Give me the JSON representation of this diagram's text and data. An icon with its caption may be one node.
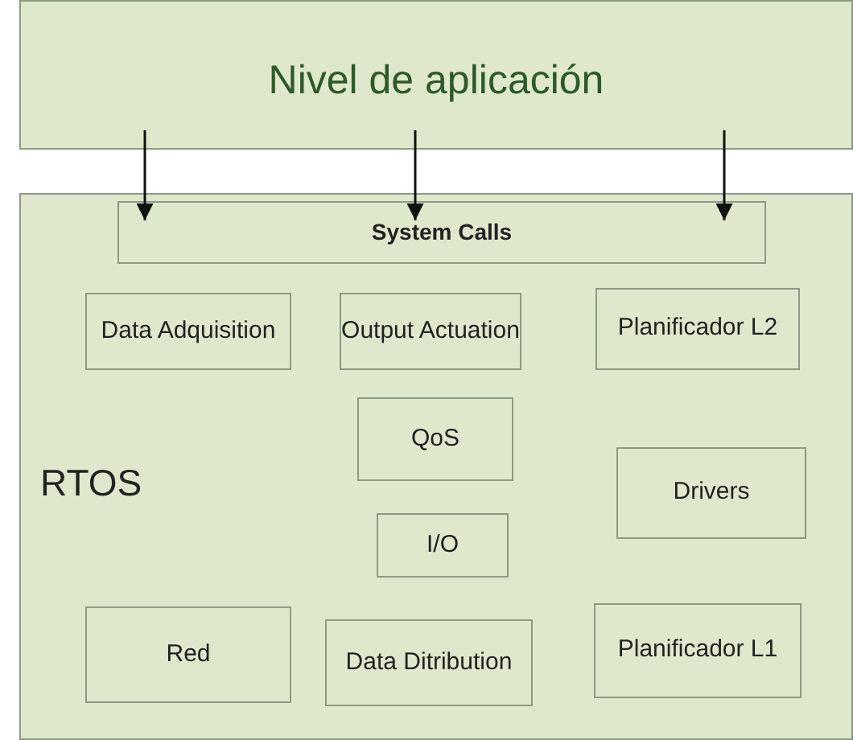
{
  "diagram": {
    "nodes": [
      {
        "text": [
          "Nivel de aplicación"
        ]
      },
      {
        "text": [
          "RTOS"
        ]
      },
      {
        "text": [
          "System Calls"
        ],
        "in": 1
      },
      {
        "text": [
          "Data Adquisition"
        ],
        "in": 1
      },
      {
        "text": [
          "Output Actuation"
        ],
        "in": 1
      },
      {
        "text": [
          "Planificador L2"
        ],
        "in": 1
      },
      {
        "text": [
          "QoS"
        ],
        "in": 1
      },
      {
        "text": [
          "Drivers"
        ],
        "in": 1
      },
      {
        "text": [
          "I/O"
        ],
        "in": 1
      },
      {
        "text": [
          "Red"
        ],
        "in": 1
      },
      {
        "text": [
          "Data Ditribution"
        ],
        "in": 1
      },
      {
        "text": [
          "Planificador L1"
        ],
        "in": 1
      }
    ],
    "edges": [
      {
        "from": 0,
        "to": 2,
        "arrow": "to"
      },
      {
        "from": 0,
        "to": 2,
        "arrow": "to"
      },
      {
        "from": 0,
        "to": 2,
        "arrow": "to"
      }
    ]
  }
}
